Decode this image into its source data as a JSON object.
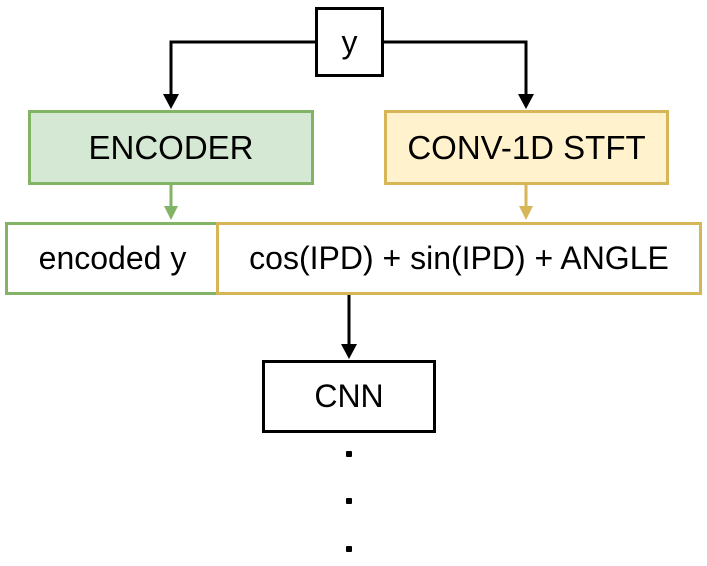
{
  "nodes": {
    "input": {
      "label": "y"
    },
    "encoder": {
      "label": "ENCODER",
      "fill": "#d5e8d4",
      "stroke": "#82b366"
    },
    "stft": {
      "label": "CONV-1D STFT",
      "fill": "#fff2cc",
      "stroke": "#d6b656"
    },
    "encoded": {
      "label": "encoded y",
      "stroke": "#82b366"
    },
    "features": {
      "label": "cos(IPD) + sin(IPD) + ANGLE",
      "stroke": "#d6b656"
    },
    "cnn": {
      "label": "CNN"
    }
  },
  "edges": [
    {
      "from": "input",
      "to": "encoder",
      "color": "#000000"
    },
    {
      "from": "input",
      "to": "stft",
      "color": "#000000"
    },
    {
      "from": "encoder",
      "to": "encoded",
      "color": "#82b366"
    },
    {
      "from": "stft",
      "to": "features",
      "color": "#d6b656"
    },
    {
      "from": "features",
      "to": "cnn",
      "color": "#000000"
    }
  ],
  "continuation": "vertical-ellipsis"
}
